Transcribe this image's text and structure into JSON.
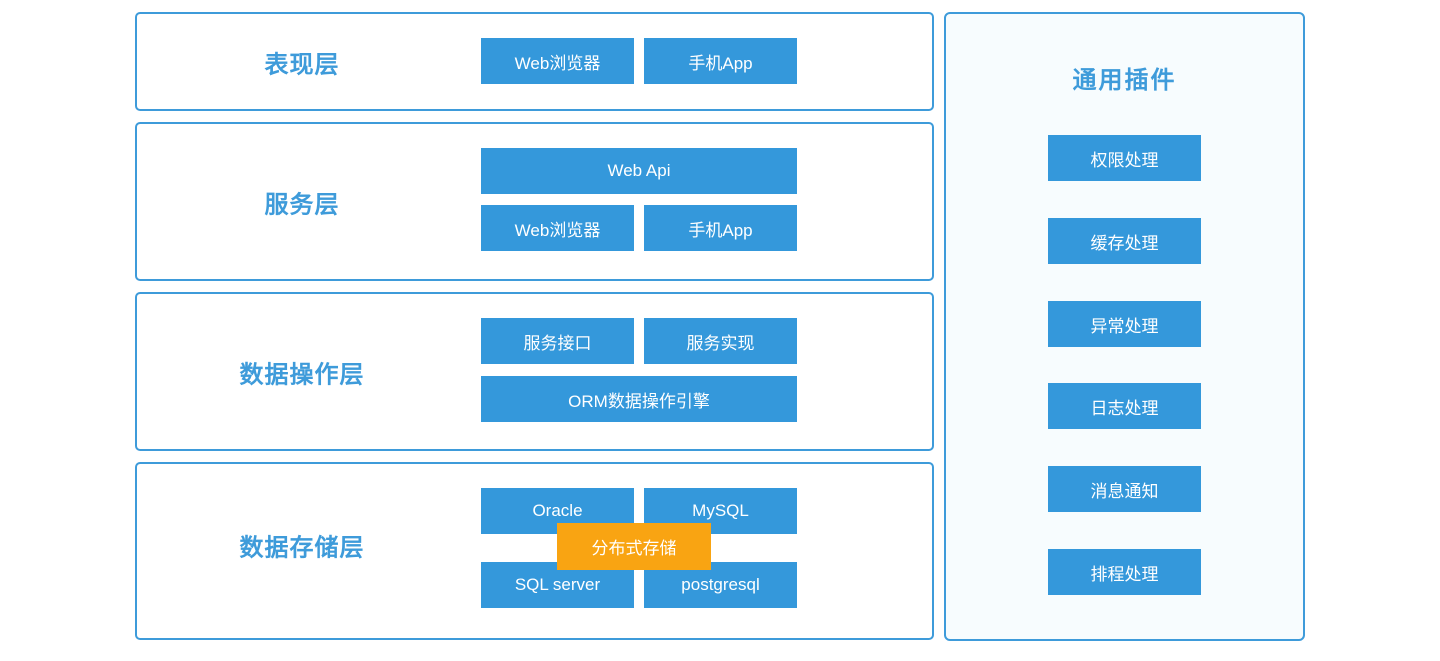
{
  "colors": {
    "node_blue": "#3498db",
    "border_blue": "#3e9bda",
    "label_blue": "#3e9bda",
    "overlay_orange": "#f9a412",
    "panel_background": "#f7fcfe",
    "node_text": "#ffffff"
  },
  "layers": [
    {
      "label": "表现层",
      "buttons": [
        "Web浏览器",
        "手机App"
      ]
    },
    {
      "label": "服务层",
      "buttons": [
        "Web Api",
        "Web浏览器",
        "手机App"
      ]
    },
    {
      "label": "数据操作层",
      "buttons": [
        "服务接口",
        "服务实现",
        "ORM数据操作引擎"
      ]
    },
    {
      "label": "数据存储层",
      "buttons": [
        "Oracle",
        "MySQL",
        "SQL server",
        "postgresql"
      ],
      "overlay": "分布式存储"
    }
  ],
  "plugins_panel": {
    "title": "通用插件",
    "items": [
      "权限处理",
      "缓存处理",
      "异常处理",
      "日志处理",
      "消息通知",
      "排程处理"
    ]
  }
}
